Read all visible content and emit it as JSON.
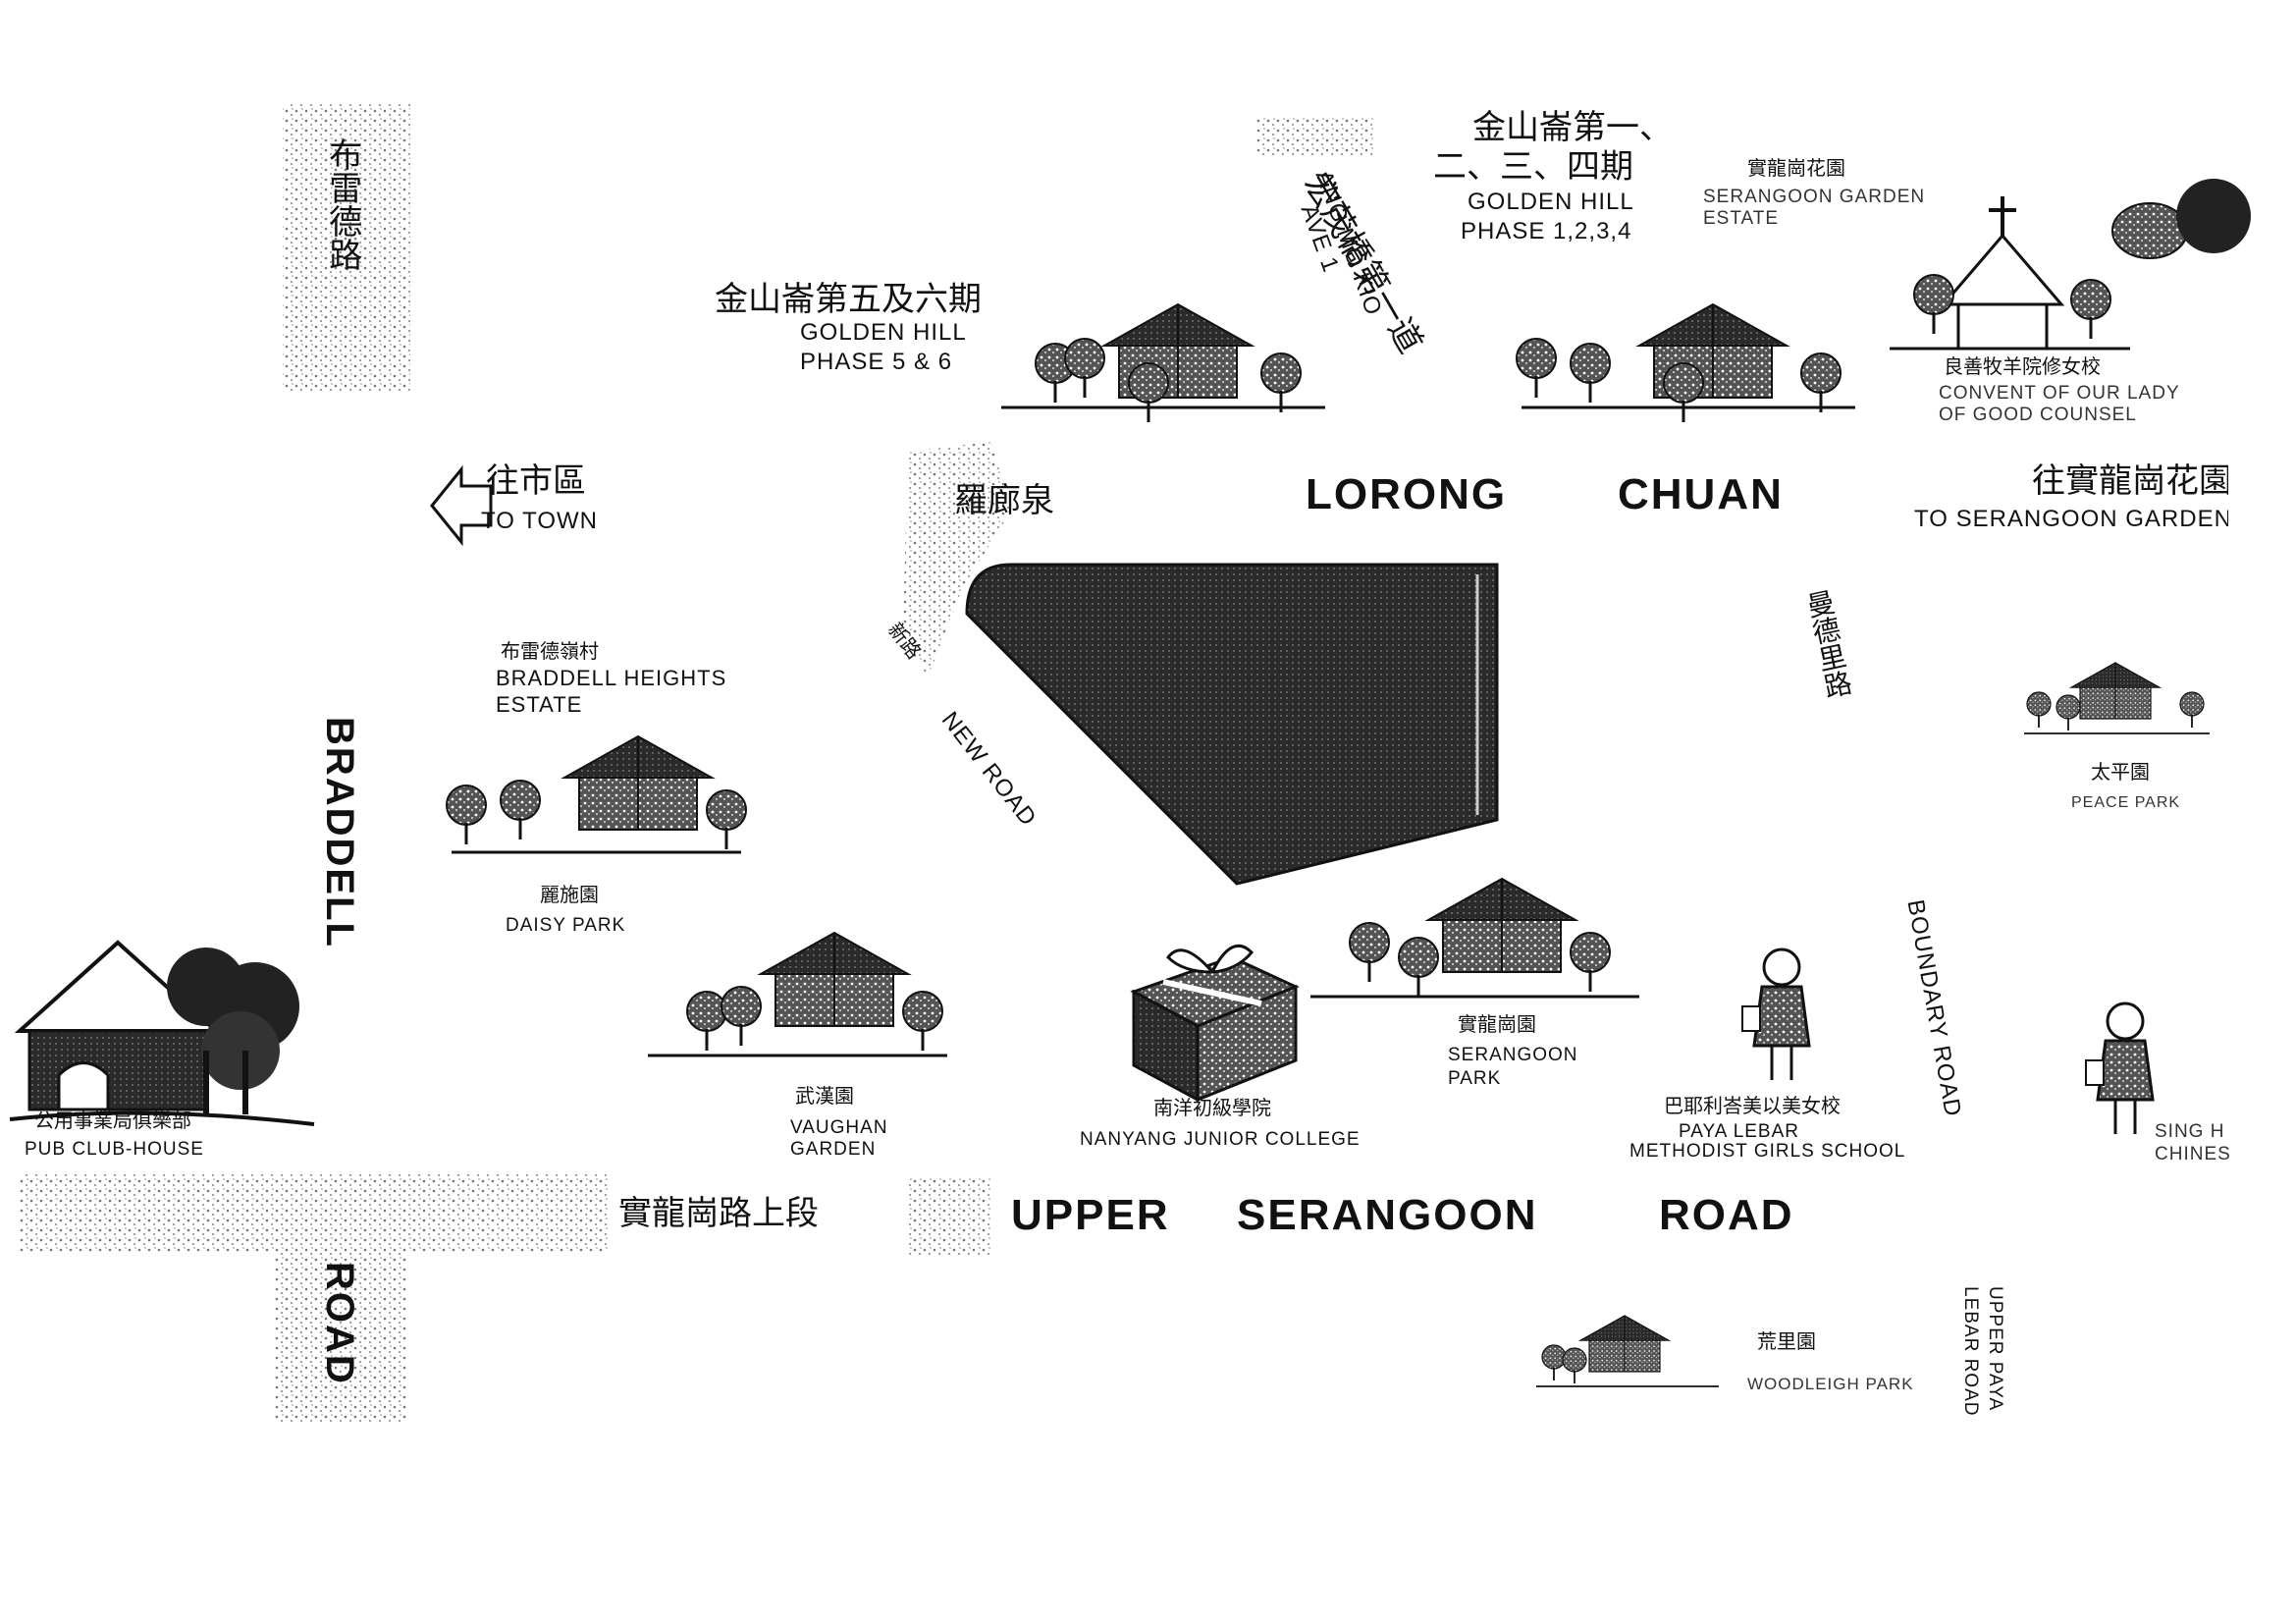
{
  "roads": {
    "lorong": "LORONG",
    "chuan": "CHUAN",
    "braddell": "BRADDELL",
    "braddell_road": "ROAD",
    "upper": "UPPER",
    "serangoon": "SERANGOON",
    "road": "ROAD",
    "boundary_road": "BOUNDARY ROAD",
    "upper_paya_lebar_road_1": "UPPER PAYA",
    "upper_paya_lebar_road_2": "LEBAR ROAD",
    "new_road": "NEW ROAD",
    "new_road_cn": "新路",
    "ang_mo_kio_cn": "宏茂橋第一道",
    "ang_mo_kio_1": "ANG MO KIO",
    "ang_mo_kio_2": "AVE 1",
    "upper_serangoon_cn": "實龍崗路上段",
    "braddell_cn": "布雷德路",
    "chuan_cn": "曼德里路"
  },
  "directions": {
    "to_town_cn": "往市區",
    "to_town": "TO TOWN",
    "to_serangoon_garden_cn": "往實龍崗花園",
    "to_serangoon_garden": "TO SERANGOON GARDEN"
  },
  "places": {
    "golden_hill_1234_cn_1": "金山崙第一、",
    "golden_hill_1234_cn_2": "二、三、四期",
    "golden_hill_1234_1": "GOLDEN HILL",
    "golden_hill_1234_2": "PHASE 1,2,3,4",
    "golden_hill_56_cn": "金山崙第五及六期",
    "golden_hill_56_1": "GOLDEN HILL",
    "golden_hill_56_2": "PHASE 5 & 6",
    "serangoon_garden_estate_cn": "實龍崗花園",
    "serangoon_garden_estate_1": "SERANGOON GARDEN",
    "serangoon_garden_estate_2": "ESTATE",
    "convent_cn": "良善牧羊院修女校",
    "convent_1": "CONVENT OF OUR LADY",
    "convent_2": "OF GOOD COUNSEL",
    "lorong_chuan_cn": "羅廊泉",
    "braddell_heights_cn": "布雷德嶺村",
    "braddell_heights_1": "BRADDELL HEIGHTS",
    "braddell_heights_2": "ESTATE",
    "daisy_park_cn": "麗施園",
    "daisy_park": "DAISY PARK",
    "vaughan_garden_cn": "武漢園",
    "vaughan_garden_1": "VAUGHAN",
    "vaughan_garden_2": "GARDEN",
    "pub_club_cn": "公用事業局俱樂部",
    "pub_club": "PUB CLUB-HOUSE",
    "nanyang_cn": "南洋初級學院",
    "nanyang": "NANYANG JUNIOR COLLEGE",
    "serangoon_park_cn": "實龍崗園",
    "serangoon_park_1": "SERANGOON",
    "serangoon_park_2": "PARK",
    "paya_lebar_cn": "巴耶利峇美以美女校",
    "paya_lebar_1": "PAYA LEBAR",
    "paya_lebar_2": "METHODIST GIRLS SCHOOL",
    "peace_park_cn": "太平園",
    "peace_park": "PEACE PARK",
    "sing_chinese_1": "SING H",
    "sing_chinese_2": "CHINES",
    "woodleigh_cn": "荒里園",
    "woodleigh": "WOODLEIGH PARK"
  },
  "colors": {
    "ink": "#111111",
    "gray": "#444444",
    "paper": "#ffffff"
  },
  "icons": [
    "house-icon",
    "tree-icon",
    "church-icon",
    "gift-box-icon",
    "schoolgirl-icon",
    "arrow-left-icon"
  ]
}
